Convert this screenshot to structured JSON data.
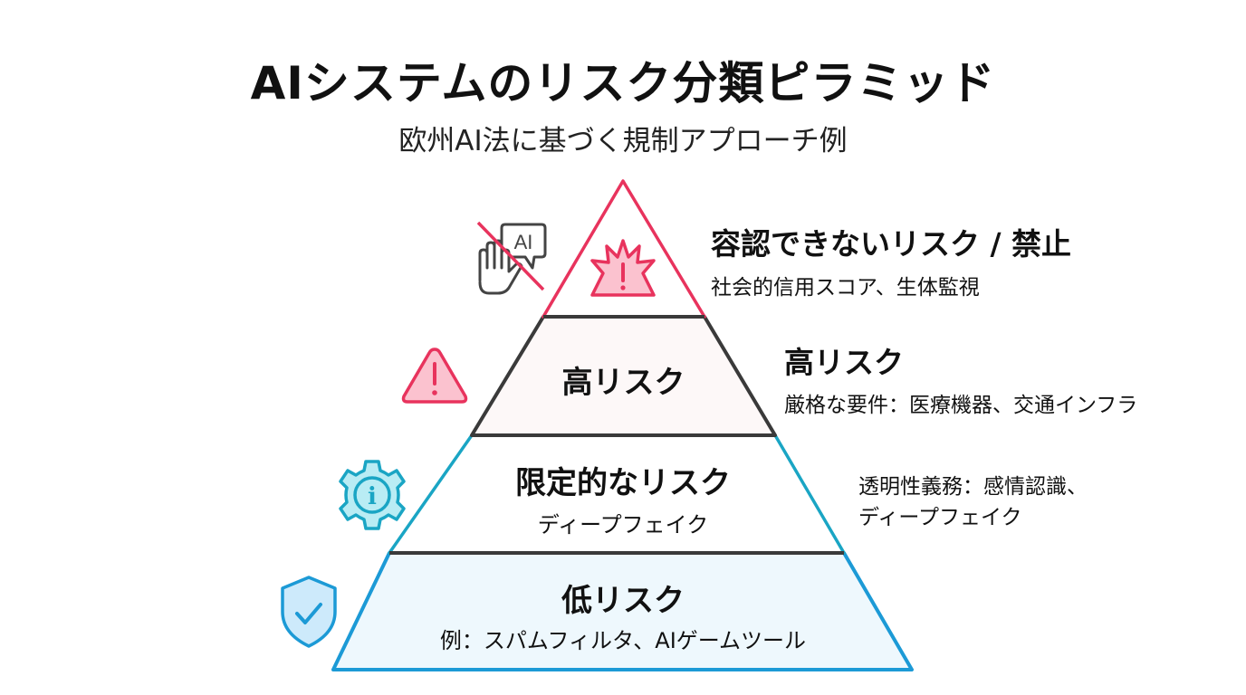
{
  "header": {
    "title": "AIシステムのリスク分類ピラミッド",
    "subtitle": "欧州AI法に基づく規制アプローチ例"
  },
  "colors": {
    "unacceptable": "#e8335d",
    "unacceptable_fill": "#fbc2cf",
    "high_outline": "#3a3a3a",
    "high_fill": "#fdf8f8",
    "limited": "#1aa5c4",
    "limited_fill": "#ffffff",
    "low": "#1c9ad6",
    "low_fill": "#eef8fd",
    "gear_fill": "#b9ecf4",
    "shield_fill": "#cdeafb"
  },
  "tiers": [
    {
      "id": "unacceptable",
      "pyramid_label": "",
      "pyramid_sub": "",
      "side_title": "容認できないリスク / 禁止",
      "side_desc": "社会的信用スコア、生体監視",
      "icons": [
        "no-ai-hand-icon",
        "explosion-warning-icon"
      ]
    },
    {
      "id": "high",
      "pyramid_label": "高リスク",
      "pyramid_sub": "",
      "side_title": "高リスク",
      "side_desc": "厳格な要件：医療機器、交通インフラ",
      "icons": [
        "warning-triangle-icon"
      ]
    },
    {
      "id": "limited",
      "pyramid_label": "限定的なリスク",
      "pyramid_sub": "ディープフェイク",
      "side_title": "",
      "side_desc_line1": "透明性義務：感情認識、",
      "side_desc_line2": "ディープフェイク",
      "icons": [
        "info-gear-icon"
      ]
    },
    {
      "id": "low",
      "pyramid_label": "低リスク",
      "pyramid_sub": "例：スパムフィルタ、AIゲームツール",
      "side_title": "",
      "side_desc": "",
      "icons": [
        "shield-check-icon"
      ]
    }
  ],
  "icon_text": {
    "ai_bubble": "AI",
    "exclamation": "!",
    "info": "i"
  }
}
